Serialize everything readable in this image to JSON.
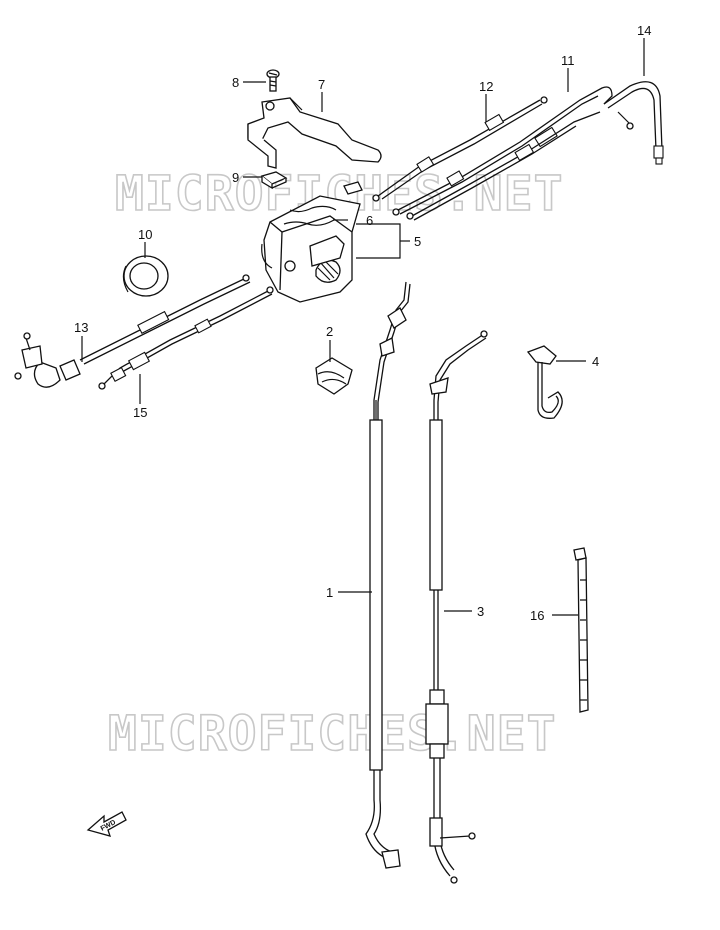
{
  "watermark": "MICROFICHES.NET",
  "direction_label": "FWD",
  "part_numbers": {
    "p1": "1",
    "p2": "2",
    "p3": "3",
    "p4": "4",
    "p5": "5",
    "p6": "6",
    "p7": "7",
    "p8": "8",
    "p9": "9",
    "p10": "10",
    "p11": "11",
    "p12": "12",
    "p13": "13",
    "p14": "14",
    "p15": "15",
    "p16": "16"
  }
}
